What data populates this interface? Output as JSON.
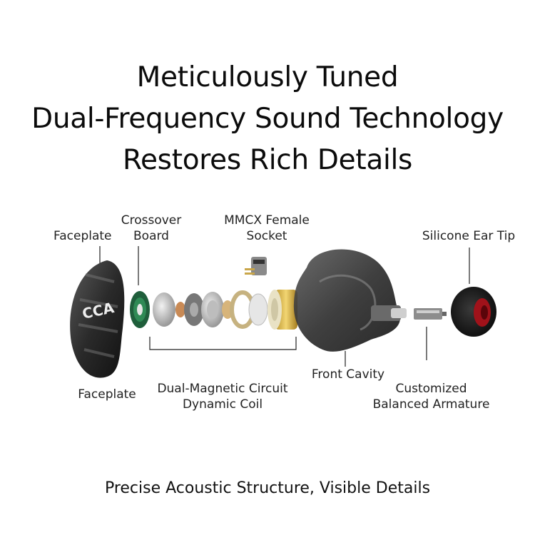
{
  "headline": {
    "line1": "Meticulously Tuned",
    "line2": "Dual-Frequency Sound Technology",
    "line3": "Restores Rich Details"
  },
  "labels": {
    "faceplate_top": "Faceplate",
    "crossover_line1": "Crossover",
    "crossover_line2": "Board",
    "mmcx_line1": "MMCX Female",
    "mmcx_line2": "Socket",
    "ear_tip": "Silicone Ear Tip",
    "faceplate_bottom": "Faceplate",
    "dual_magnetic_line1": "Dual-Magnetic Circuit",
    "dual_magnetic_line2": "Dynamic Coil",
    "front_cavity": "Front Cavity",
    "armature_line1": "Customized",
    "armature_line2": "Balanced Armature"
  },
  "logo_text": "CCA",
  "footer": "Precise Acoustic Structure, Visible Details"
}
